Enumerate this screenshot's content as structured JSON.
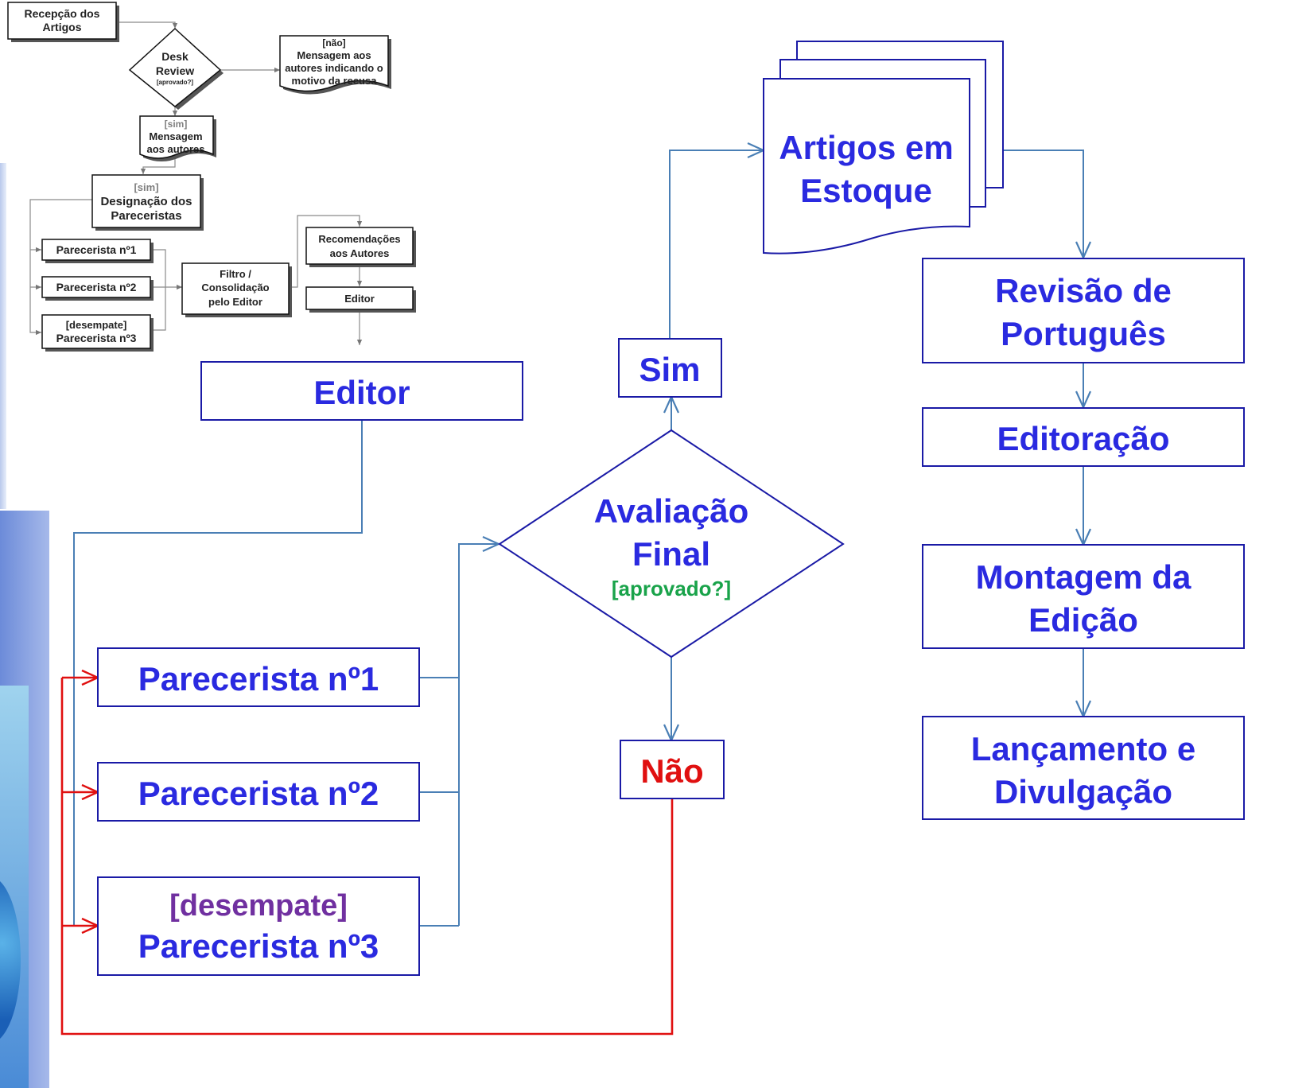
{
  "colors": {
    "big_box_text": "#2a2ae0",
    "big_box_border": "#1a1aa6",
    "connector": "#4a7fb5",
    "reject": "#e01010",
    "approve_hint": "#19a34a",
    "tiebreak": "#7030a0",
    "small_box_border": "#111111",
    "small_box_text": "#222222",
    "small_hint": "#7f7f7f"
  },
  "overview": {
    "reception": [
      "Recepção dos",
      "Artigos"
    ],
    "desk_review": [
      "Desk",
      "Review"
    ],
    "desk_review_question": "[aprovado?]",
    "rejection_tag": "[não]",
    "rejection_message": [
      "Mensagem aos",
      "autores indicando o",
      "motivo da recusa"
    ],
    "acceptance_tag": "[sim]",
    "acceptance_message": [
      "Mensagem",
      "aos autores"
    ],
    "designation_tag": "[sim]",
    "designation": [
      "Designação dos",
      "Pareceristas"
    ],
    "reviewer_1": "Parecerista nº1",
    "reviewer_2": "Parecerista nº2",
    "reviewer_3_tag": "[desempate]",
    "reviewer_3": "Parecerista nº3",
    "filter": [
      "Filtro /",
      "Consolidação",
      "pelo Editor"
    ],
    "recommendations": [
      "Recomendações",
      "aos Autores"
    ],
    "editor": "Editor"
  },
  "main": {
    "editor": "Editor",
    "reviewer_1": "Parecerista nº1",
    "reviewer_2": "Parecerista nº2",
    "reviewer_3_tag": "[desempate]",
    "reviewer_3": "Parecerista nº3",
    "final_review": [
      "Avaliação",
      "Final"
    ],
    "final_review_question": "[aprovado?]",
    "yes": "Sim",
    "no": "Não",
    "stock": [
      "Artigos em",
      "Estoque"
    ],
    "portuguese_review": [
      "Revisão de",
      "Português"
    ],
    "typesetting": "Editoração",
    "edition_assembly": [
      "Montagem da",
      "Edição"
    ],
    "launch": [
      "Lançamento e",
      "Divulgação"
    ]
  }
}
